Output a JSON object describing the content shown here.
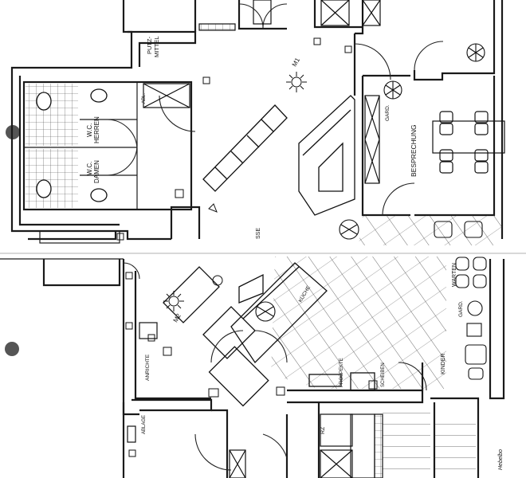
{
  "rooms": {
    "putzmittel_line1": "PUTZ-",
    "putzmittel_line2": "MITTEL",
    "wc_herren_line1": "W.C.",
    "wc_herren_line2": "HERREN",
    "wc_damen_line1": "W.C.",
    "wc_damen_line2": "DAMEN",
    "besprechung": "BESPRECHUNG",
    "garderobe_top": "GARD.",
    "garderobe_right": "GARD.",
    "anrichte": "ANRICHTE",
    "kueche": "KÜCHE",
    "prospekte": "PROSPEKTE",
    "scheiben": "SCHEIBEN",
    "warten": "WARTEN",
    "kinder": "KINDER",
    "abl": "ABL.",
    "ablage": "ABLAGE",
    "rz": "RZ",
    "ssf": "SSE",
    "handnote": "Hebelbo"
  },
  "lights": {
    "m1": "M1",
    "m2": "M2"
  }
}
